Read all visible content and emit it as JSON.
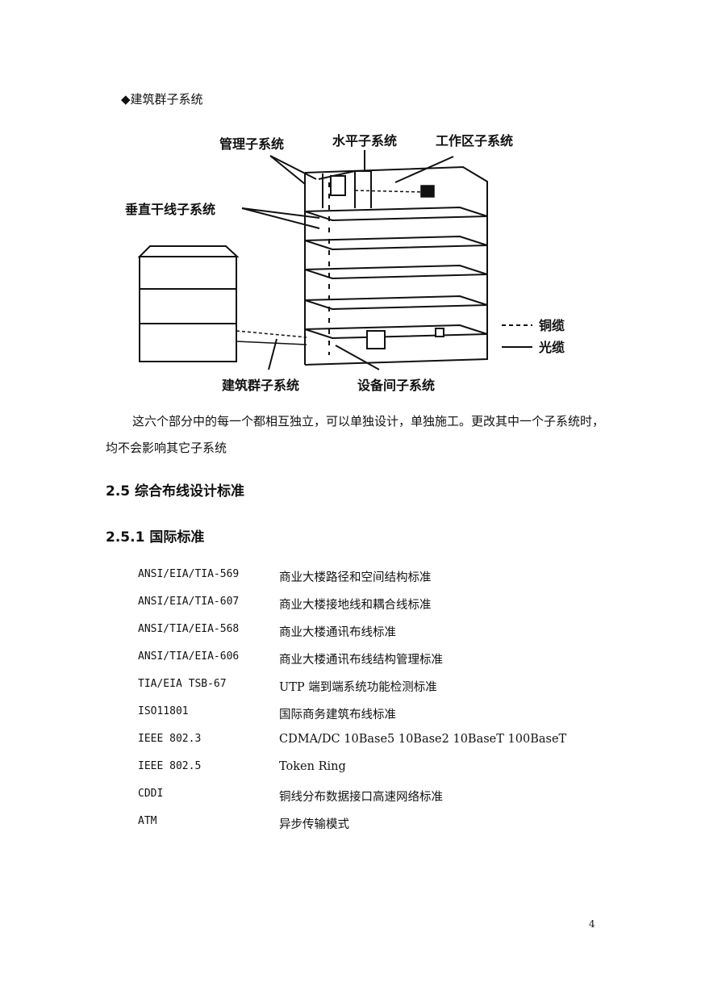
{
  "section_bullet": "◆建筑群子系统",
  "diagram": {
    "labels": {
      "management": "管理子系统",
      "horizontal": "水平子系统",
      "work_area": "工作区子系统",
      "vertical": "垂直干线子系统",
      "campus": "建筑群子系统",
      "equipment_room": "设备间子系统",
      "copper": "铜缆",
      "fiber": "光缆"
    }
  },
  "paragraph1": "这六个部分中的每一个都相互独立，可以单独设计，单独施工。更改其中一个子系统时，均不会影响其它子系统",
  "heading_2_5": "2.5 综合布线设计标准",
  "heading_2_5_1": "2.5.1 国际标准",
  "standards": [
    {
      "code": "ANSI/EIA/TIA-569",
      "desc": "商业大楼路径和空间结构标准"
    },
    {
      "code": "ANSI/EIA/TIA-607",
      "desc": "商业大楼接地线和耦合线标准"
    },
    {
      "code": "ANSI/TIA/EIA-568",
      "desc": "商业大楼通讯布线标准"
    },
    {
      "code": "ANSI/TIA/EIA-606",
      "desc": "商业大楼通讯布线结构管理标准"
    },
    {
      "code": "TIA/EIA TSB-67",
      "desc": "UTP 端到端系统功能检测标准"
    },
    {
      "code": "ISO11801",
      "desc": "国际商务建筑布线标准"
    },
    {
      "code": "IEEE 802.3",
      "desc": "CDMA/DC 10Base5 10Base2 10BaseT 100BaseT"
    },
    {
      "code": "IEEE 802.5",
      "desc": "Token Ring"
    },
    {
      "code": "CDDI",
      "desc": "铜线分布数据接口高速网络标准"
    },
    {
      "code": "ATM",
      "desc": "异步传输模式"
    }
  ],
  "page_number": "4"
}
